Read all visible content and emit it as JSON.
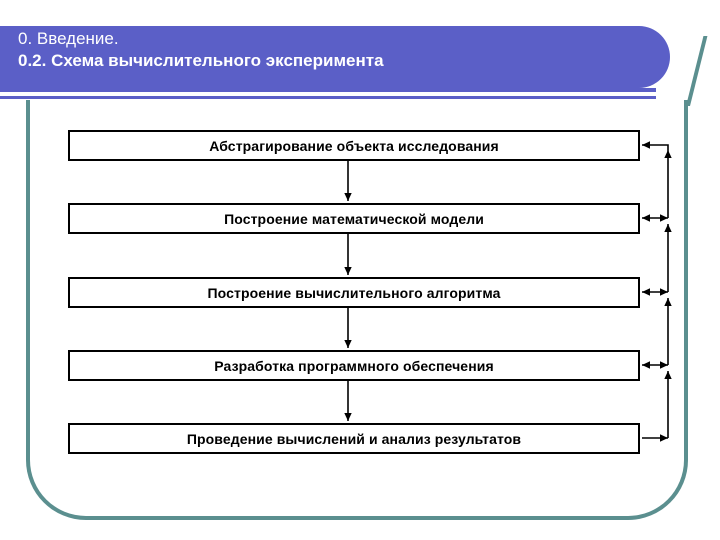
{
  "slide": {
    "title": {
      "line1": "0. Введение.",
      "line2": "0.2. Схема вычислительного эксперимента"
    },
    "theme": {
      "banner_color": "#5b5fc7",
      "banner_text_color": "#ffffff",
      "border_accent_color": "#5b8f8f",
      "box_border_color": "#000000",
      "box_fill_color": "#ffffff",
      "box_text_color": "#000000",
      "background_color": "#ffffff"
    }
  },
  "diagram": {
    "type": "flowchart",
    "orientation": "vertical",
    "steps": [
      {
        "index": 1,
        "label": "Абстрагирование объекта исследования"
      },
      {
        "index": 2,
        "label": "Построение математической модели"
      },
      {
        "index": 3,
        "label": "Построение вычислительного алгоритма"
      },
      {
        "index": 4,
        "label": "Разработка программного обеспечения"
      },
      {
        "index": 5,
        "label": "Проведение вычислений и анализ результатов"
      }
    ],
    "forward_arrows": [
      {
        "from": 1,
        "to": 2,
        "direction": "down"
      },
      {
        "from": 2,
        "to": 3,
        "direction": "down"
      },
      {
        "from": 3,
        "to": 4,
        "direction": "down"
      },
      {
        "from": 4,
        "to": 5,
        "direction": "down"
      }
    ],
    "feedback_bus": {
      "side": "right",
      "description": "Вертикальная шина обратной связи справа",
      "connections": [
        {
          "step": 1,
          "arrow": "into-box"
        },
        {
          "step": 2,
          "arrow": "bidirectional"
        },
        {
          "step": 3,
          "arrow": "bidirectional"
        },
        {
          "step": 4,
          "arrow": "bidirectional"
        },
        {
          "step": 5,
          "arrow": "out-of-box"
        }
      ]
    }
  }
}
